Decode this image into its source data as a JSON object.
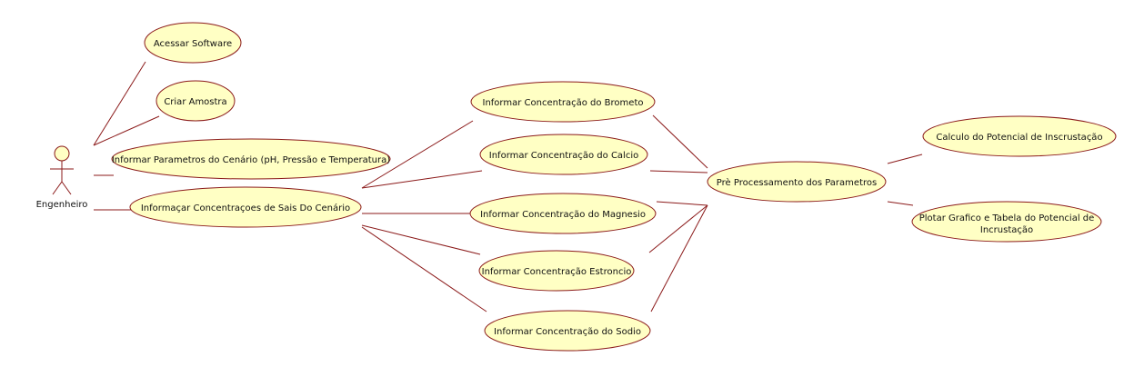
{
  "actor": {
    "name": "Engenheiro"
  },
  "use_cases": {
    "acessar": "Acessar Software",
    "criar": "Criar Amostra",
    "parametros": "Informar Parametros do Cenário (pH, Pressão e Temperatura)",
    "concentracoes": "Informaçar Concentraçoes de Sais Do Cenário",
    "brometo": "Informar Concentração do Brometo",
    "calcio": "Informar Concentração do Calcio",
    "magnesio": "Informar Concentração do Magnesio",
    "estroncio": "Informar Concentração Estroncio",
    "sodio": "Informar Concentração do Sodio",
    "preprocessamento": "Prè Processamento dos Parametros",
    "calculo": "Calculo do Potencial de Inscrustação",
    "plotar_line1": "Plotar Grafico e Tabela do Potencial de",
    "plotar_line2": "Incrustação"
  }
}
